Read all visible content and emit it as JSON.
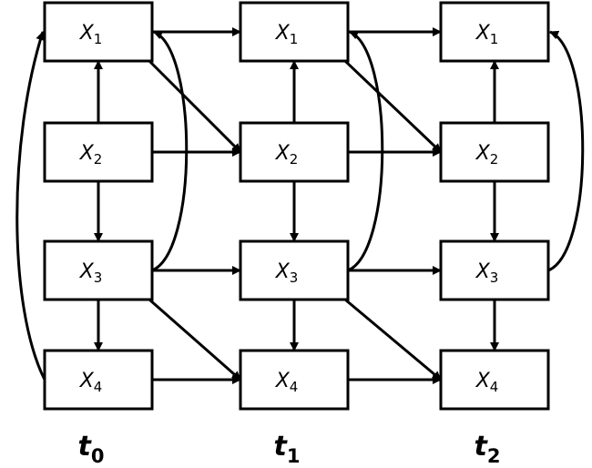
{
  "nodes": [
    {
      "id": "t0x1",
      "var": "X",
      "sub": "1"
    },
    {
      "id": "t0x2",
      "var": "X",
      "sub": "2"
    },
    {
      "id": "t0x3",
      "var": "X",
      "sub": "3"
    },
    {
      "id": "t0x4",
      "var": "X",
      "sub": "4"
    },
    {
      "id": "t1x1",
      "var": "X",
      "sub": "1"
    },
    {
      "id": "t1x2",
      "var": "X",
      "sub": "2"
    },
    {
      "id": "t1x3",
      "var": "X",
      "sub": "3"
    },
    {
      "id": "t1x4",
      "var": "X",
      "sub": "4"
    },
    {
      "id": "t2x1",
      "var": "X",
      "sub": "1"
    },
    {
      "id": "t2x2",
      "var": "X",
      "sub": "2"
    },
    {
      "id": "t2x3",
      "var": "X",
      "sub": "3"
    },
    {
      "id": "t2x4",
      "var": "X",
      "sub": "4"
    }
  ],
  "time_labels": [
    {
      "var": "t",
      "sub": "0"
    },
    {
      "var": "t",
      "sub": "1"
    },
    {
      "var": "t",
      "sub": "2"
    }
  ],
  "edges": [
    {
      "from": "t0x2",
      "to": "t0x1"
    },
    {
      "from": "t0x2",
      "to": "t0x3"
    },
    {
      "from": "t0x3",
      "to": "t0x4"
    },
    {
      "from": "t0x4",
      "to": "t0x1"
    },
    {
      "from": "t0x3",
      "to": "t0x1"
    },
    {
      "from": "t0x1",
      "to": "t1x1"
    },
    {
      "from": "t0x1",
      "to": "t1x2"
    },
    {
      "from": "t0x2",
      "to": "t1x2"
    },
    {
      "from": "t0x3",
      "to": "t1x3"
    },
    {
      "from": "t0x3",
      "to": "t1x4"
    },
    {
      "from": "t0x4",
      "to": "t1x4"
    },
    {
      "from": "t1x2",
      "to": "t1x1"
    },
    {
      "from": "t1x2",
      "to": "t1x3"
    },
    {
      "from": "t1x3",
      "to": "t1x4"
    },
    {
      "from": "t1x3",
      "to": "t1x1"
    },
    {
      "from": "t1x1",
      "to": "t2x1"
    },
    {
      "from": "t1x1",
      "to": "t2x2"
    },
    {
      "from": "t1x2",
      "to": "t2x2"
    },
    {
      "from": "t1x3",
      "to": "t2x3"
    },
    {
      "from": "t1x3",
      "to": "t2x4"
    },
    {
      "from": "t1x4",
      "to": "t2x4"
    },
    {
      "from": "t2x2",
      "to": "t2x1"
    },
    {
      "from": "t2x2",
      "to": "t2x3"
    },
    {
      "from": "t2x3",
      "to": "t2x4"
    },
    {
      "from": "t2x3",
      "to": "t2x1"
    }
  ],
  "colors": {
    "stroke": "#000000",
    "fill": "#ffffff"
  }
}
